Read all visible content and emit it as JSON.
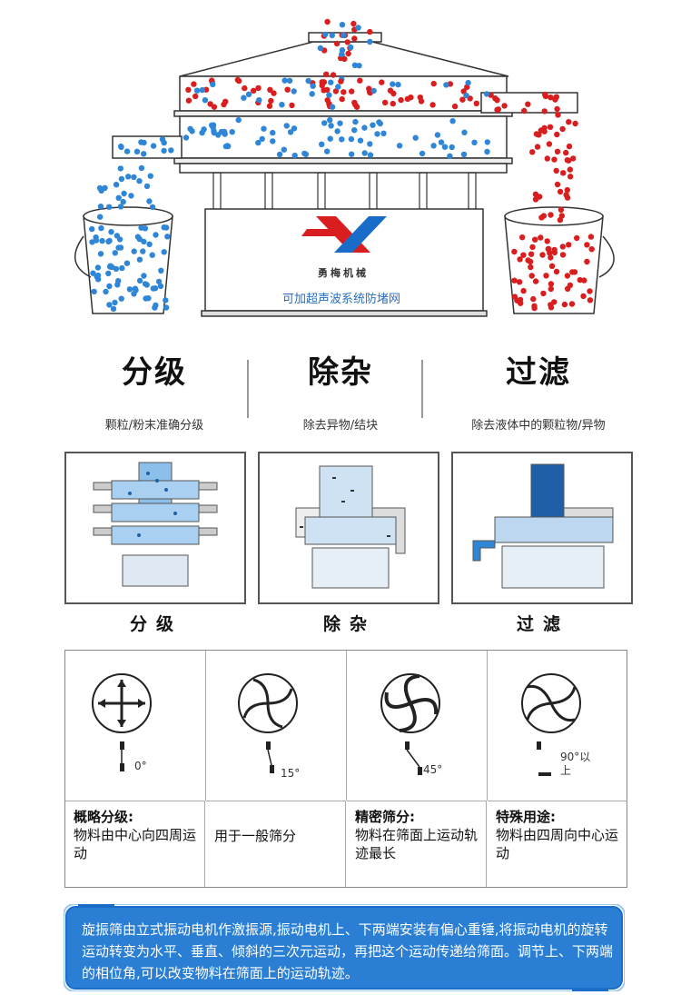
{
  "machine": {
    "brand": "勇梅机械",
    "note": "可加超声波系统防堵网",
    "colors": {
      "blue": "#2f86d6",
      "red": "#d81e1e",
      "accent": "#1a6cc9"
    }
  },
  "functions": [
    {
      "title": "分级",
      "subtitle": "颗粒/粉末准确分级"
    },
    {
      "title": "除杂",
      "subtitle": "除去异物/结块"
    },
    {
      "title": "过滤",
      "subtitle": "除去液体中的颗粒物/异物"
    }
  ],
  "panels": [
    {
      "label": "分级",
      "icon": "grading-diagram-icon"
    },
    {
      "label": "除杂",
      "icon": "impurity-removal-diagram-icon"
    },
    {
      "label": "过滤",
      "icon": "filtering-diagram-icon"
    }
  ],
  "motions": [
    {
      "angle": "0°",
      "title": "概略分级:",
      "text": "物料由中心向四周运动",
      "icon": "cross-arrows-icon"
    },
    {
      "angle": "15°",
      "title": "",
      "text": "用于一般筛分",
      "icon": "swirl-arrows-icon"
    },
    {
      "angle": "45°",
      "title": "精密筛分:",
      "text": "物料在筛面上运动轨迹最长",
      "icon": "spiral-arrows-icon"
    },
    {
      "angle": "90°以上",
      "title": "特殊用途:",
      "text": "物料由四周向中心运动",
      "icon": "inward-arrows-icon"
    }
  ],
  "info": {
    "text": "旋振筛由立式振动电机作激振源,振动电机上、下两端安装有偏心重锤,将振动电机的旋转运动转变为水平、垂直、倾斜的三次元运动，再把这个运动传递给筛面。调节上、下两端的相位角,可以改变物料在筛面上的运动轨迹。"
  }
}
